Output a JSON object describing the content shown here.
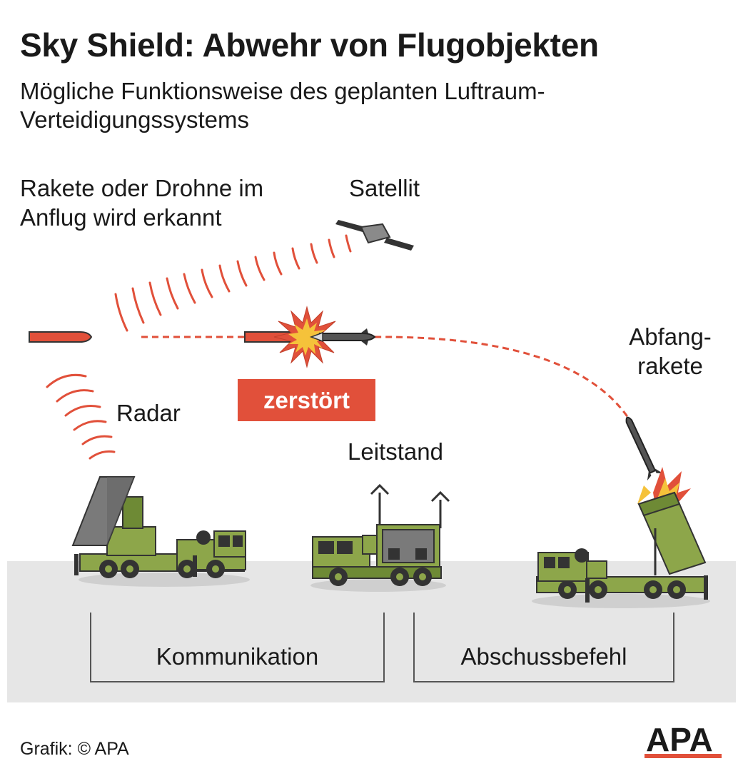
{
  "title": "Sky Shield: Abwehr von Flugobjekten",
  "subtitle": "Mögliche Funktionsweise des geplanten Luftraum-Verteidigungssystems",
  "labels": {
    "rocket_detected": "Rakete oder Drohne im Anflug wird erkannt",
    "satellite": "Satellit",
    "radar": "Radar",
    "destroyed": "zerstört",
    "control_station": "Leitstand",
    "interceptor": "Abfang-rakete",
    "communication": "Kommunikation",
    "launch_command": "Abschussbefehl"
  },
  "footer": {
    "credit": "Grafik: © APA",
    "logo": "APA"
  },
  "colors": {
    "accent_red": "#e1503a",
    "vehicle_green": "#8da64a",
    "vehicle_dark_green": "#6e8a35",
    "ground_gray": "#e6e6e6",
    "launcher_gray": "#7a7a7a"
  }
}
